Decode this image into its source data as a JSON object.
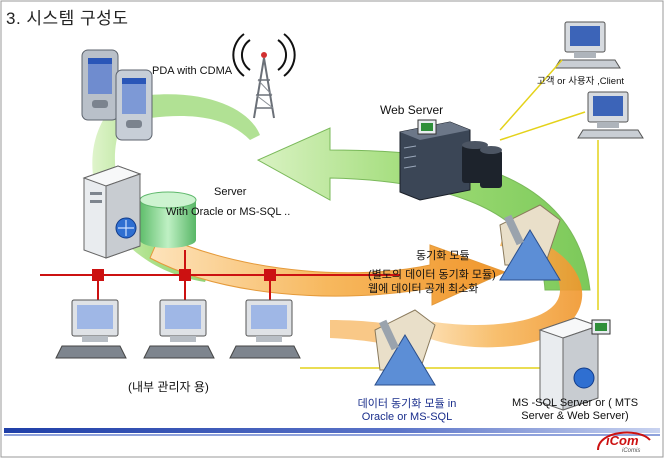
{
  "title": "3. 시스템  구성도",
  "labels": {
    "pda": "PDA with CDMA",
    "client": "고객 or 사용자 ,Client",
    "web_server": "Web Server",
    "server_line1": "Server",
    "server_line2": "With Oracle or MS-SQL ..",
    "sync_module": "동기화 모듈",
    "sync_desc_line1": "(별도의 데이터 동기화 모듈)",
    "sync_desc_line2": "웹에 데이터 공개 최소화",
    "internal_admin": "(내부 관리자 용)",
    "db_sync_line1": "데이터 동기화 모듈 in",
    "db_sync_line2": "Oracle or MS-SQL",
    "ms_sql_line1": "MS -SQL Server or ( MTS",
    "ms_sql_line2": "Server & Web Server)",
    "logo_main": "iCom",
    "logo_sub": "iComis"
  },
  "colors": {
    "arrow_green": "#8fd66a",
    "arrow_orange": "#f5a646",
    "network_red": "#cc1111",
    "link_yellow": "#e4d21a",
    "bar_blue": "#1f3fa8",
    "label_blue": "#1a2e8c"
  }
}
